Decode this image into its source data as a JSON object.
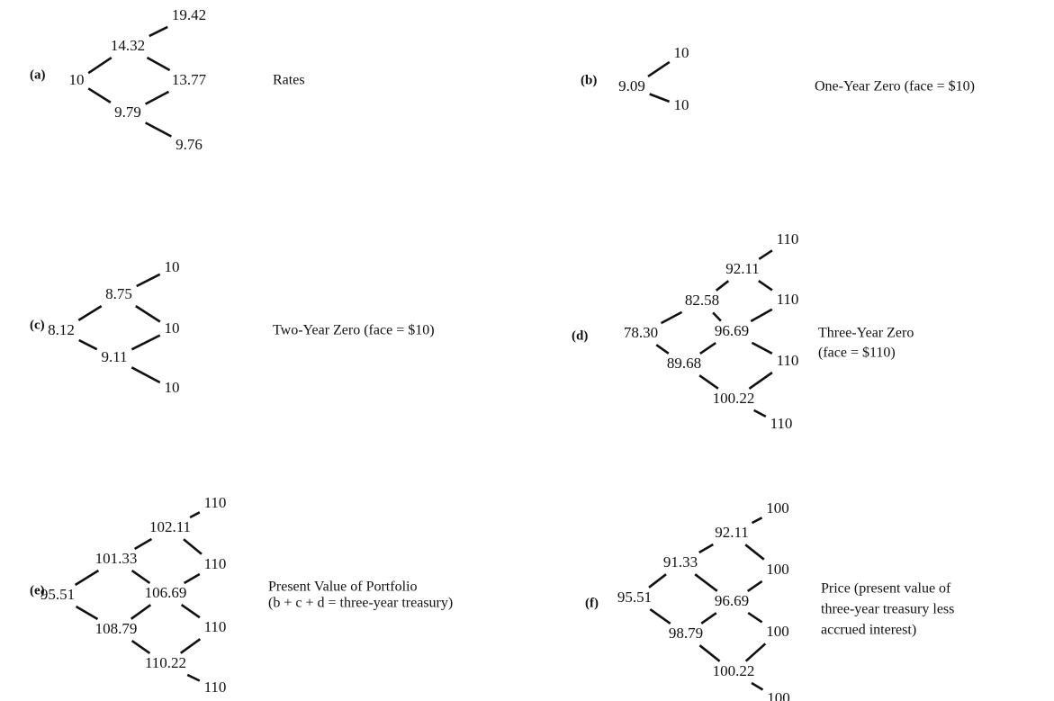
{
  "panels": [
    {
      "id": "a",
      "label": "(a)",
      "caption": [
        "Rates"
      ],
      "tree": [
        [
          "10"
        ],
        [
          "9.79",
          "14.32"
        ],
        [
          "9.76",
          "13.77",
          "19.42"
        ]
      ]
    },
    {
      "id": "b",
      "label": "(b)",
      "caption": [
        "One-Year Zero (face = $10)"
      ],
      "tree": [
        [
          "9.09"
        ],
        [
          "10",
          "10"
        ]
      ]
    },
    {
      "id": "c",
      "label": "(c)",
      "caption": [
        "Two-Year Zero (face = $10)"
      ],
      "tree": [
        [
          "8.12"
        ],
        [
          "9.11",
          "8.75"
        ],
        [
          "10",
          "10",
          "10"
        ]
      ]
    },
    {
      "id": "d",
      "label": "(d)",
      "caption": [
        "Three-Year Zero",
        "(face = $110)"
      ],
      "tree": [
        [
          "78.30"
        ],
        [
          "89.68",
          "82.58"
        ],
        [
          "100.22",
          "96.69",
          "92.11"
        ],
        [
          "110",
          "110",
          "110",
          "110"
        ]
      ]
    },
    {
      "id": "e",
      "label": "(e)",
      "caption": [
        "Present Value of Portfolio",
        "(b + c + d = three-year treasury)"
      ],
      "tree": [
        [
          "95.51"
        ],
        [
          "108.79",
          "101.33"
        ],
        [
          "110.22",
          "106.69",
          "102.11"
        ],
        [
          "110",
          "110",
          "110",
          "110"
        ]
      ]
    },
    {
      "id": "f",
      "label": "(f)",
      "caption": [
        "Price (present value of",
        "three-year treasury less",
        "accrued interest)"
      ],
      "tree": [
        [
          "95.51"
        ],
        [
          "98.79",
          "91.33"
        ],
        [
          "100.22",
          "96.69",
          "92.11"
        ],
        [
          "100",
          "100",
          "100",
          "100"
        ]
      ]
    }
  ]
}
